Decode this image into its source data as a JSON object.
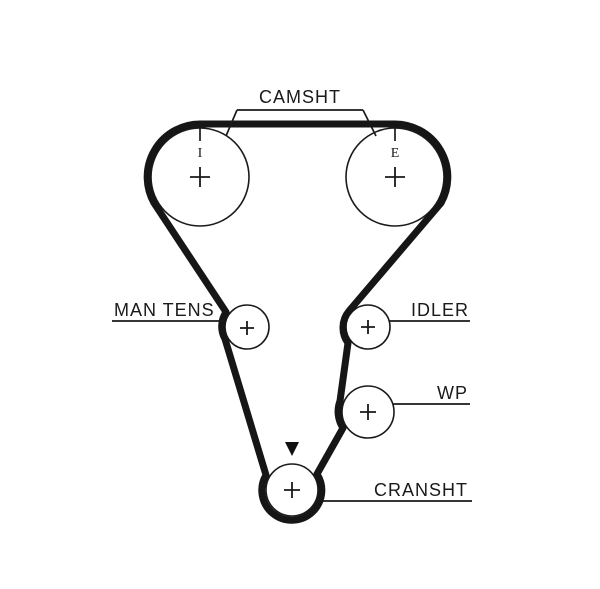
{
  "diagram": {
    "camshaft": {
      "label": "CAMSHT",
      "intake_mark": "I",
      "exhaust_mark": "E"
    },
    "tensioner": {
      "label": "MAN TENS"
    },
    "idler": {
      "label": "IDLER"
    },
    "water_pump": {
      "label": "WP"
    },
    "crankshaft": {
      "label": "CRANSHT"
    },
    "colors": {
      "line": "#1a1a1a",
      "background": "#ffffff"
    }
  }
}
